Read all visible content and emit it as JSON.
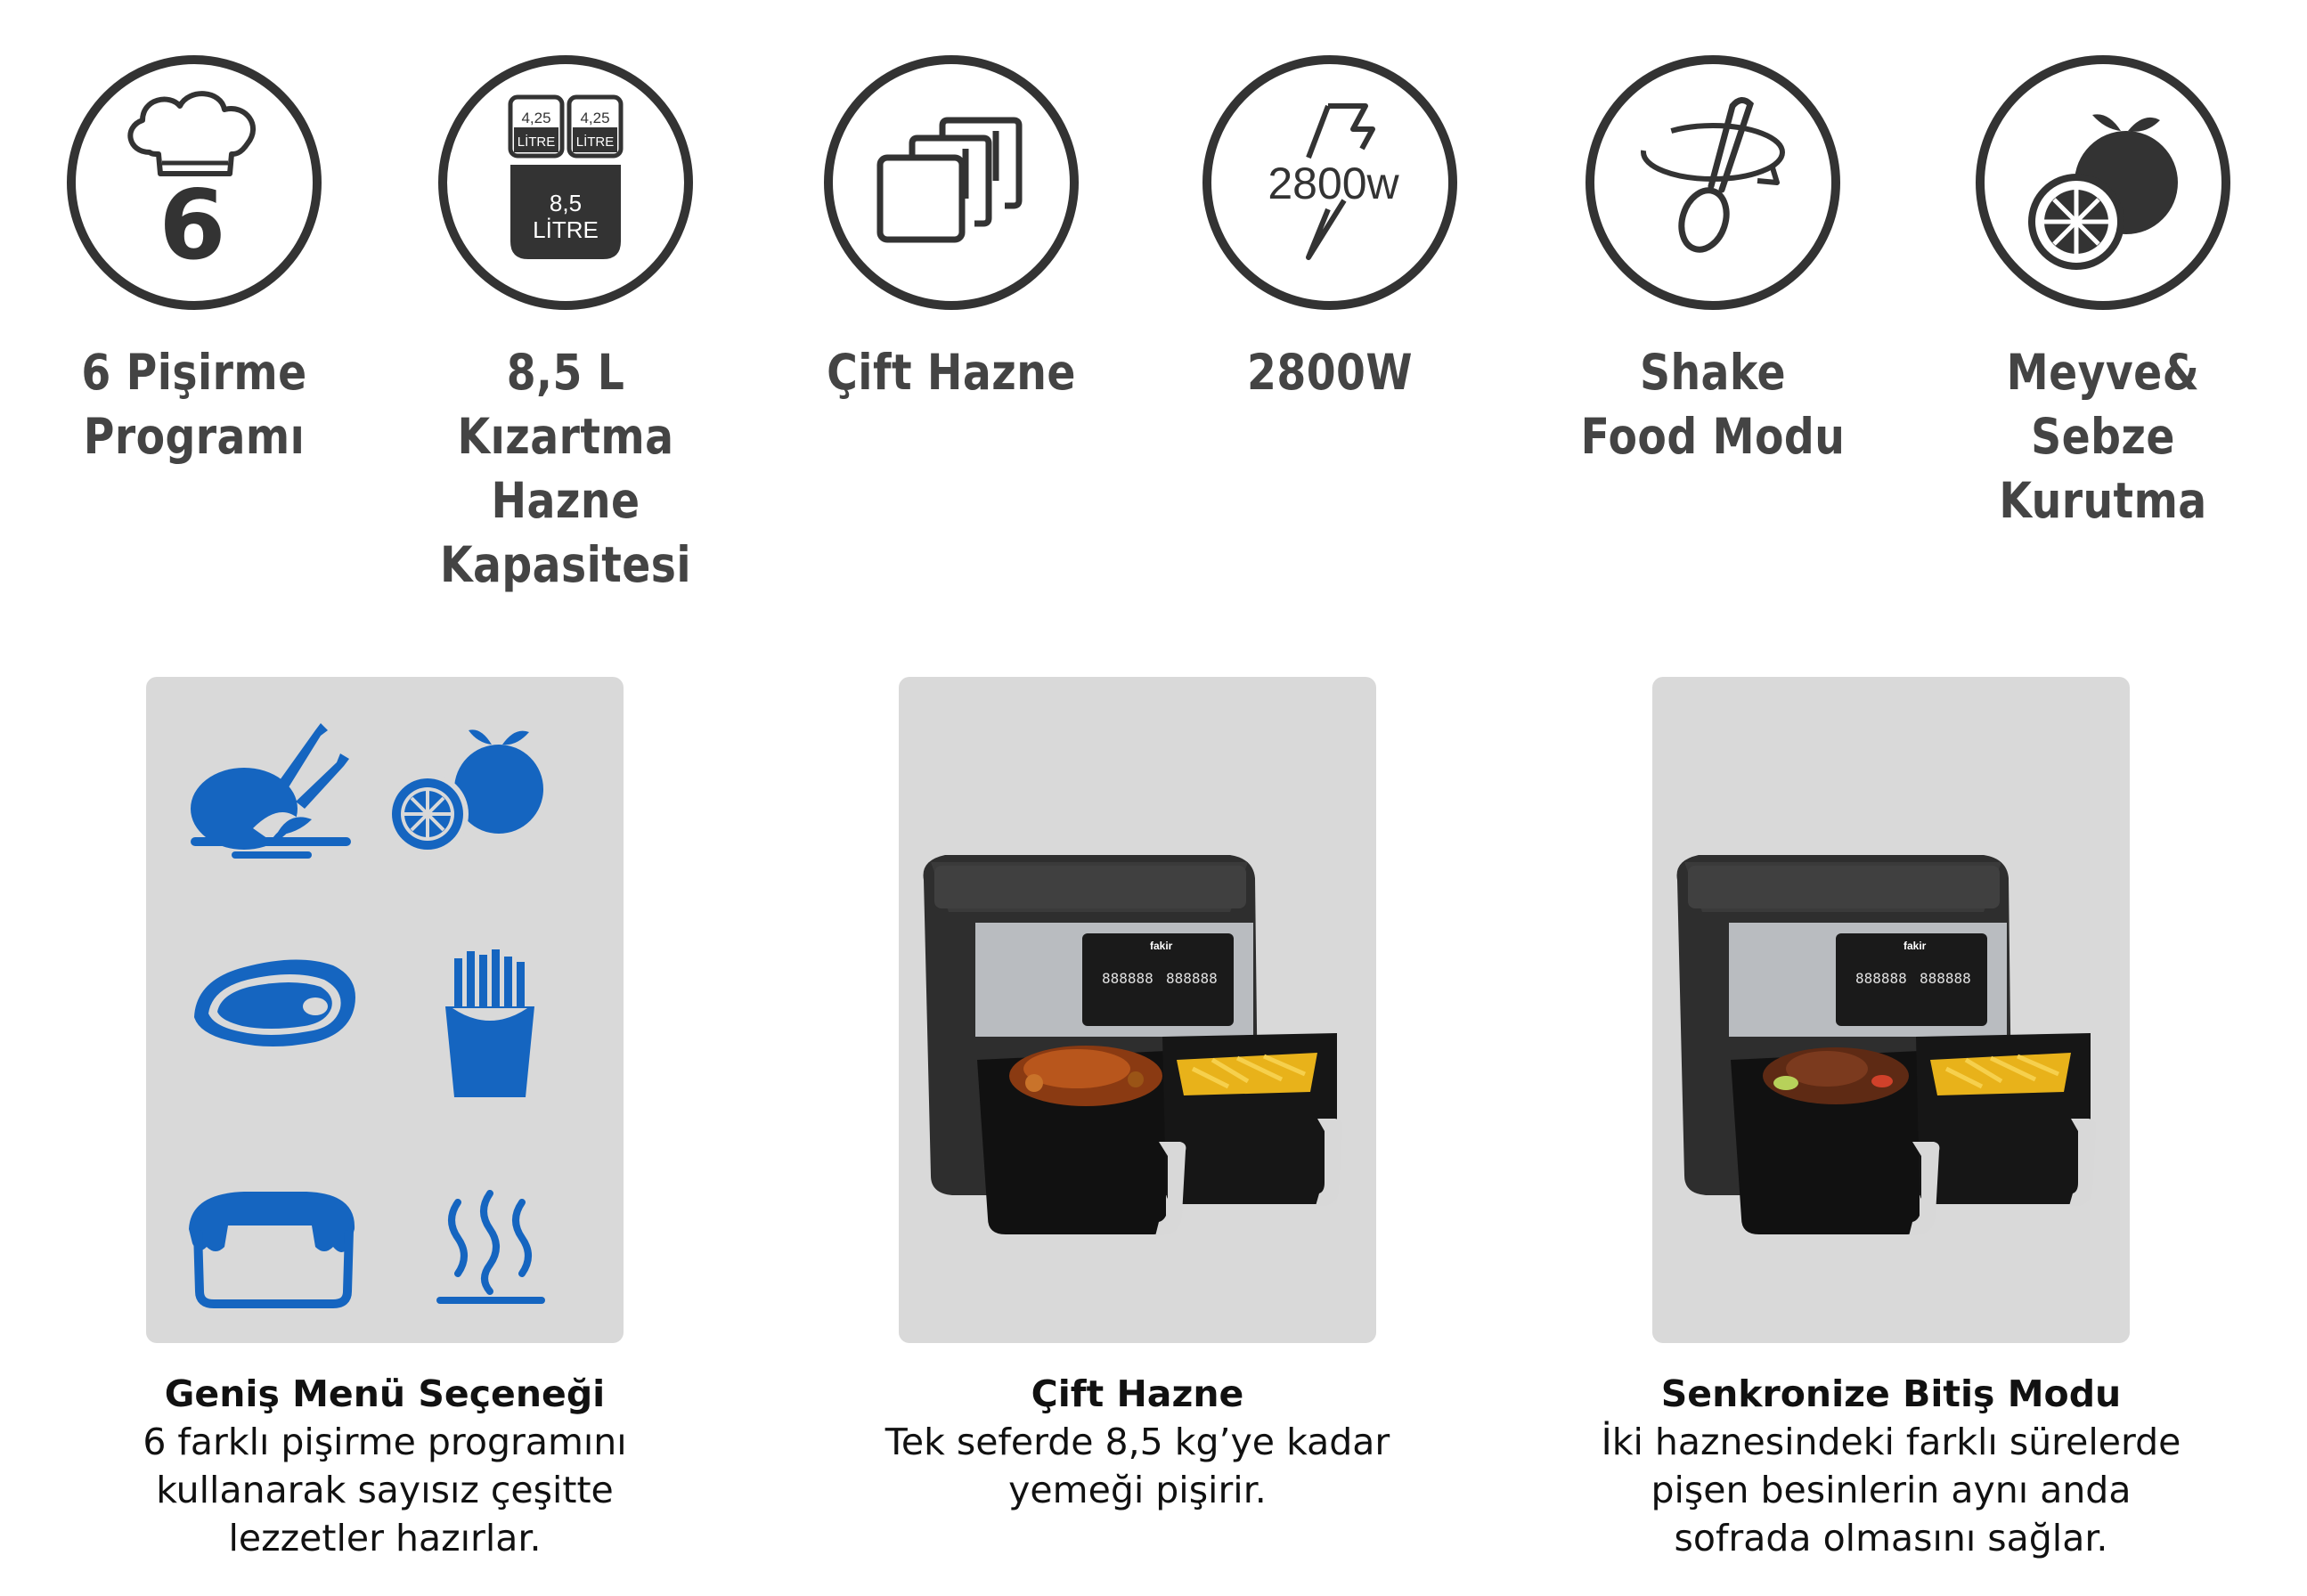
{
  "features": [
    {
      "icon": "chef-hat-six-icon",
      "badge": "6",
      "lines": [
        "6 Pişirme",
        "Programı"
      ]
    },
    {
      "icon": "capacity-containers-icon",
      "small_left": "4,25",
      "small_left_unit": "LİTRE",
      "small_right": "4,25",
      "small_right_unit": "LİTRE",
      "big": "8,5",
      "big_unit": "LİTRE",
      "lines": [
        "8,5 L Kızartma",
        "Hazne",
        "Kapasitesi"
      ]
    },
    {
      "icon": "dual-basket-icon",
      "lines": [
        "Çift Hazne"
      ]
    },
    {
      "icon": "lightning-power-icon",
      "power": "2800w",
      "lines": [
        "2800W"
      ]
    },
    {
      "icon": "spoon-stir-icon",
      "lines": [
        "Shake",
        "Food Modu"
      ]
    },
    {
      "icon": "fruit-icon",
      "lines": [
        "Meyve&",
        "Sebze Kurutma"
      ]
    }
  ],
  "panels": [
    {
      "title": "Geniş Menü Seçeneği",
      "lines": [
        "6 farklı pişirme programını",
        "kullanarak sayısız çeşitte",
        "lezzetler hazırlar."
      ]
    },
    {
      "title": "Çift Hazne",
      "lines": [
        "Tek seferde 8,5 kg’ye kadar",
        "yemeği pişirir."
      ]
    },
    {
      "title": "Senkronize Bitiş Modu",
      "lines": [
        "İki haznesindeki farklı sürelerde",
        "pişen besinlerin aynı anda",
        "sofrada olmasını sağlar."
      ]
    }
  ],
  "airfryer": {
    "brand": "fakir",
    "display": "888888"
  },
  "colors": {
    "icon_outline": "#333333",
    "label": "#444444",
    "menu_icon_blue": "#1565c0",
    "panel_bg": "#d9d9d9"
  }
}
